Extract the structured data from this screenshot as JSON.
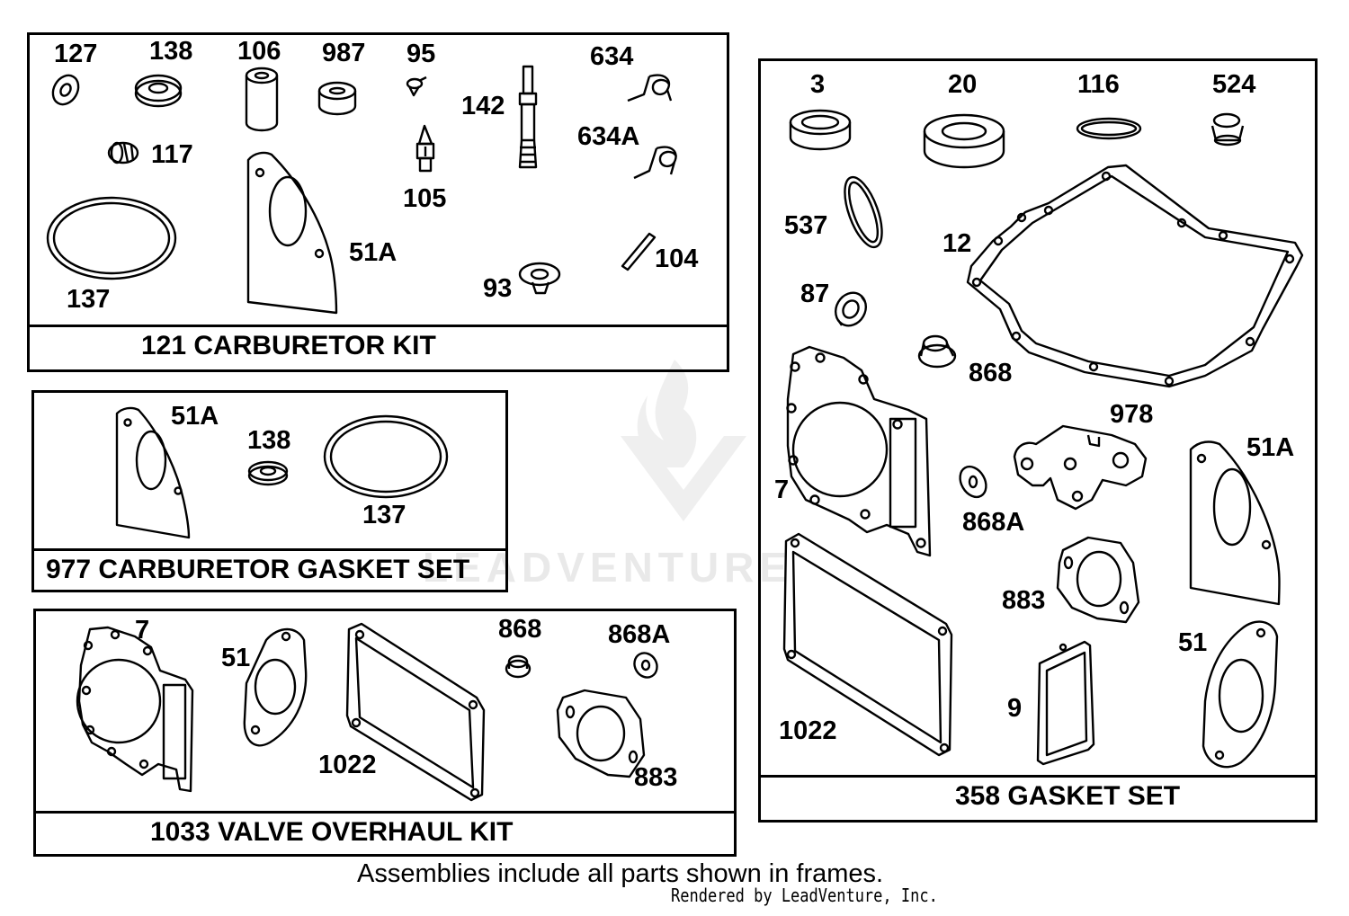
{
  "kits": {
    "carburetor_kit": {
      "title": "121 CARBURETOR KIT",
      "labels": {
        "p127": "127",
        "p138": "138",
        "p106": "106",
        "p987": "987",
        "p95": "95",
        "p634": "634",
        "p117": "117",
        "p142": "142",
        "p634a": "634A",
        "p105": "105",
        "p51a": "51A",
        "p104": "104",
        "p137": "137",
        "p93": "93"
      }
    },
    "carburetor_gasket_set": {
      "title": "977 CARBURETOR GASKET SET",
      "labels": {
        "p51a": "51A",
        "p138": "138",
        "p137": "137"
      }
    },
    "valve_overhaul_kit": {
      "title": "1033 VALVE OVERHAUL KIT",
      "labels": {
        "p7": "7",
        "p51": "51",
        "p1022": "1022",
        "p868": "868",
        "p868a": "868A",
        "p883": "883"
      }
    },
    "gasket_set": {
      "title": "358 GASKET SET",
      "labels": {
        "p3": "3",
        "p20": "20",
        "p116": "116",
        "p524": "524",
        "p537": "537",
        "p12": "12",
        "p87": "87",
        "p868": "868",
        "p978": "978",
        "p7": "7",
        "p868a": "868A",
        "p51a": "51A",
        "p883": "883",
        "p1022": "1022",
        "p51": "51",
        "p9": "9"
      }
    }
  },
  "footer": {
    "note": "Assemblies include all parts shown in frames.",
    "credit": "Rendered by LeadVenture, Inc."
  },
  "watermark": {
    "text": "LEADVENTURE"
  }
}
